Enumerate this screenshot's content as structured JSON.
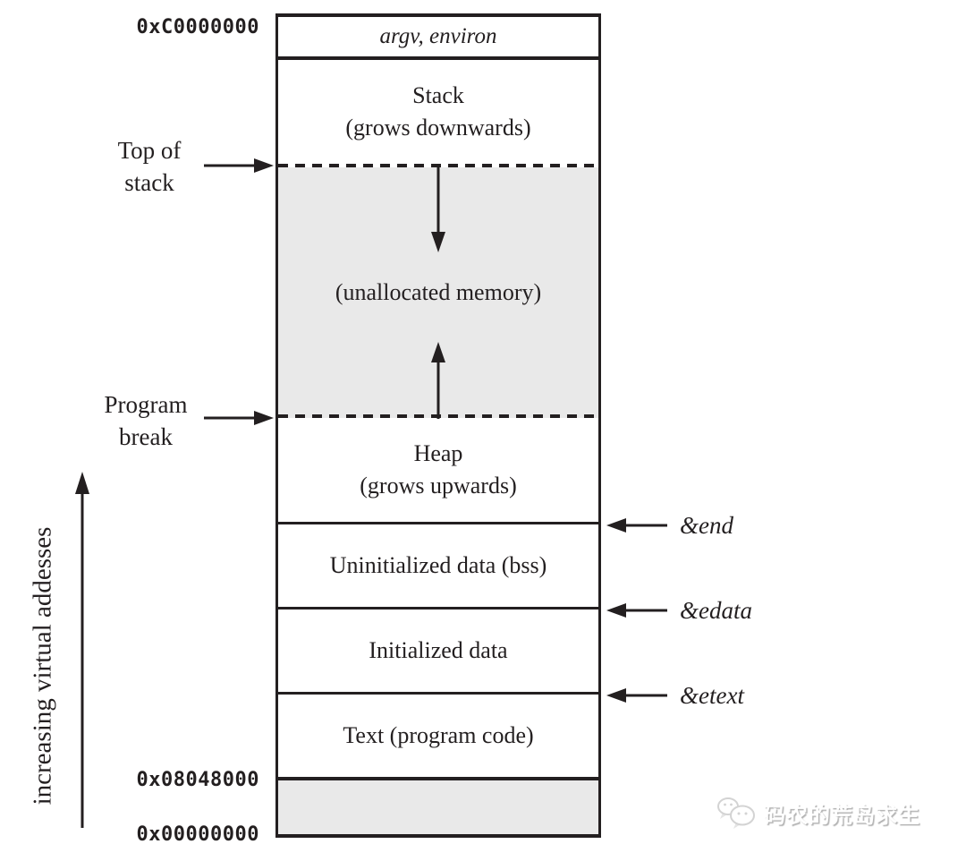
{
  "addresses": {
    "top": "0xC0000000",
    "text_base": "0x08048000",
    "zero": "0x00000000"
  },
  "segments": {
    "argv": "argv, environ",
    "stack": [
      "Stack",
      "(grows downwards)"
    ],
    "unallocated": "(unallocated memory)",
    "heap": [
      "Heap",
      "(grows upwards)"
    ],
    "bss": "Uninitialized data (bss)",
    "initialized_data": "Initialized data",
    "text": "Text (program code)"
  },
  "labels": {
    "top_of_stack": [
      "Top of",
      "stack"
    ],
    "program_break": [
      "Program",
      "break"
    ],
    "axis": "increasing virtual addesses"
  },
  "symbols": {
    "end": "&end",
    "edata": "&edata",
    "etext": "&etext"
  },
  "watermark": {
    "icon": "wechat-chat-bubbles-icon",
    "text": "码农的荒岛求生"
  },
  "colors": {
    "ink": "#231f20",
    "shaded_fill": "#e9e9e9",
    "watermark_gray": "#b3b3b3"
  }
}
